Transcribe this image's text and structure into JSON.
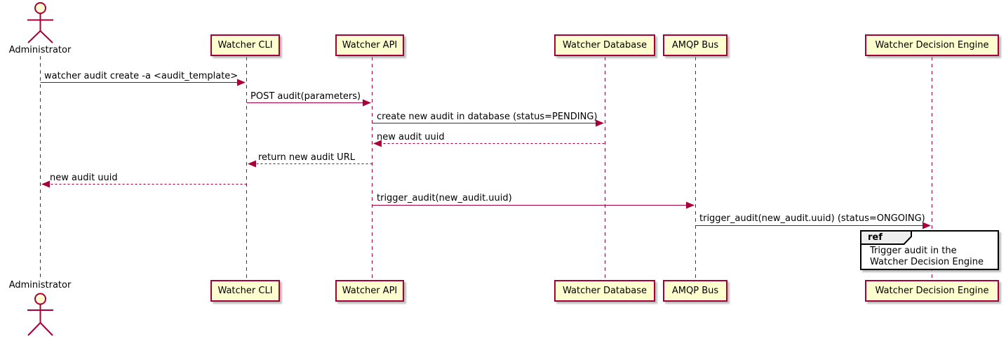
{
  "diagram": {
    "type": "uml-sequence",
    "colors": {
      "accent": "#A80036",
      "participant_fill": "#FEFECE",
      "ref_tab_fill": "#EEEEEE",
      "ref_border": "#000000",
      "text": "#000000"
    },
    "actor": {
      "label": "Administrator"
    },
    "participants": [
      {
        "label": "Watcher CLI"
      },
      {
        "label": "Watcher API"
      },
      {
        "label": "Watcher Database"
      },
      {
        "label": "AMQP Bus"
      },
      {
        "label": "Watcher Decision Engine"
      }
    ],
    "messages": [
      {
        "from": "Administrator",
        "to": "Watcher CLI",
        "style": "solid",
        "text": "watcher audit create -a <audit_template>"
      },
      {
        "from": "Watcher CLI",
        "to": "Watcher API",
        "style": "solid",
        "text": "POST audit(parameters)"
      },
      {
        "from": "Watcher API",
        "to": "Watcher Database",
        "style": "solid",
        "text": "create new audit in database (status=PENDING)"
      },
      {
        "from": "Watcher Database",
        "to": "Watcher API",
        "style": "dashed",
        "text": "new audit uuid"
      },
      {
        "from": "Watcher API",
        "to": "Watcher CLI",
        "style": "dashed",
        "text": "return new audit URL"
      },
      {
        "from": "Watcher CLI",
        "to": "Administrator",
        "style": "dashed",
        "text": "new audit uuid"
      },
      {
        "from": "Watcher API",
        "to": "AMQP Bus",
        "style": "solid",
        "text": "trigger_audit(new_audit.uuid)"
      },
      {
        "from": "AMQP Bus",
        "to": "Watcher Decision Engine",
        "style": "solid",
        "text": "trigger_audit(new_audit.uuid) (status=ONGOING)"
      }
    ],
    "ref": {
      "tag": "ref",
      "over": "Watcher Decision Engine",
      "line1": "Trigger audit in the",
      "line2": "Watcher Decision Engine"
    }
  }
}
